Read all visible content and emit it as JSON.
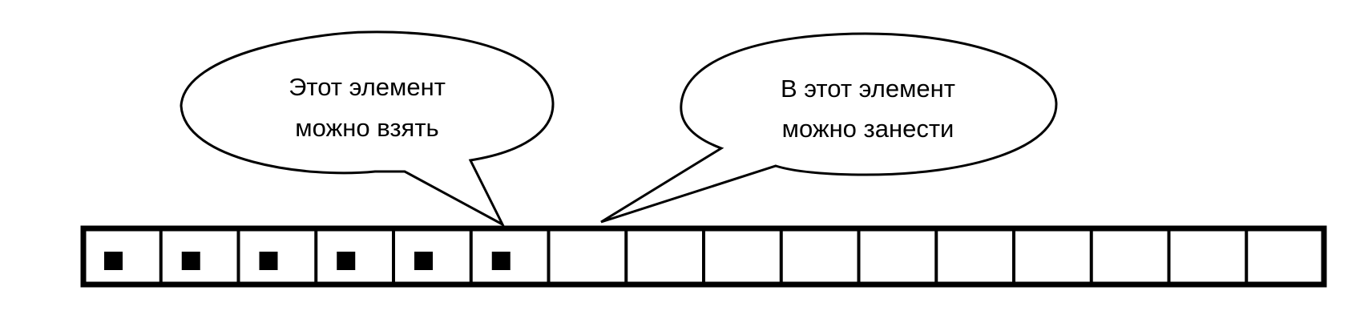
{
  "callouts": {
    "take": {
      "lines": [
        "Этот элемент",
        "можно взять"
      ]
    },
    "put": {
      "lines": [
        "В этот элемент",
        "можно занести"
      ]
    }
  },
  "array": {
    "cell_count": 16,
    "filled_count": 6
  },
  "colors": {
    "stroke": "#000000",
    "fill": "#ffffff",
    "marker": "#000000"
  }
}
